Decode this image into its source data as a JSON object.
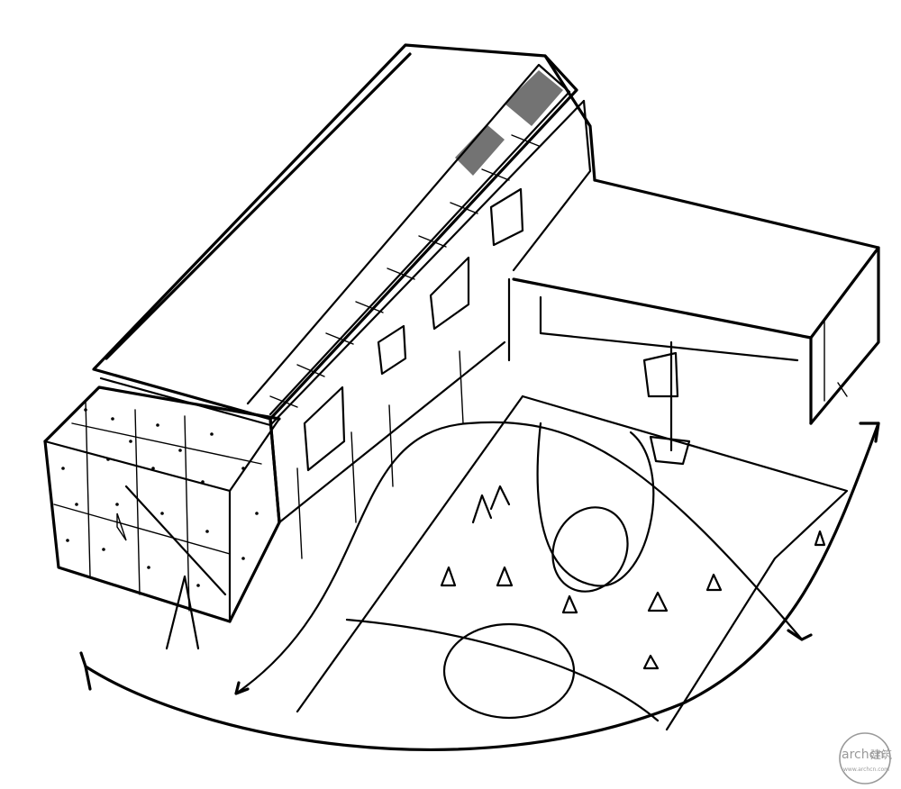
{
  "image": {
    "subject": "hand-drawn axonometric site sketch",
    "ink_color": "#000000",
    "paper_color": "#ffffff"
  },
  "watermark": {
    "brand": "archcn",
    "cn_text": "建筑",
    "url_text": "www.archcn.com",
    "color": "#9a9a9a"
  }
}
